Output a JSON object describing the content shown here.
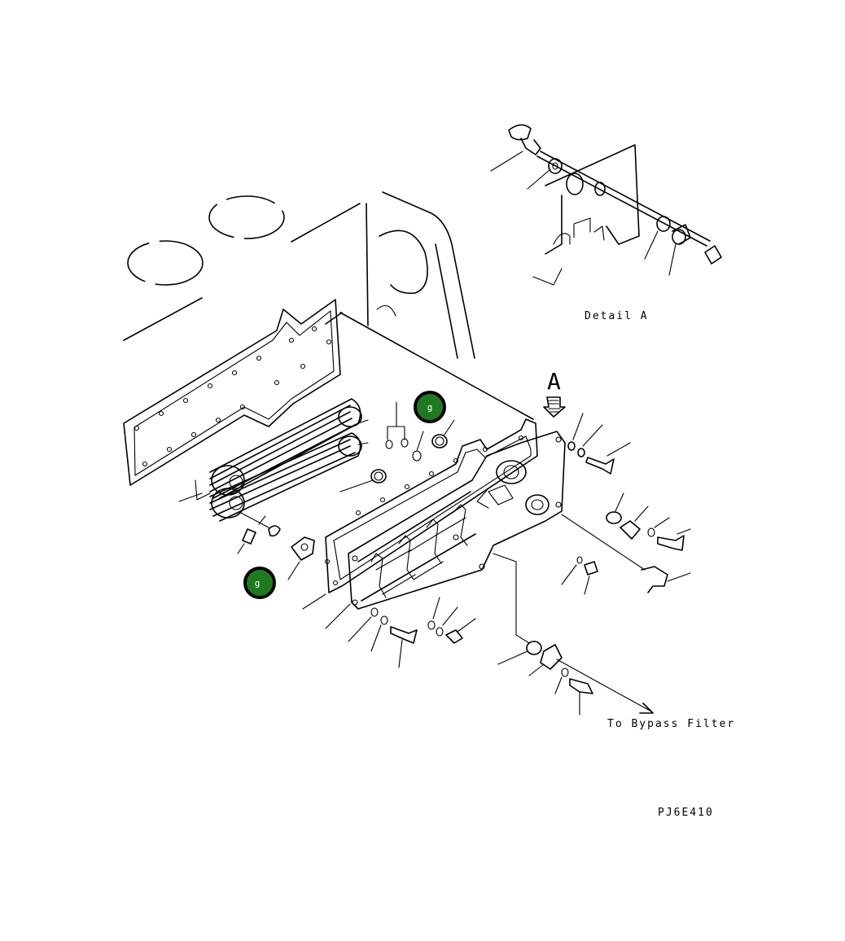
{
  "diagram": {
    "detail_label": "Detail A",
    "view_arrow_label": "A",
    "bypass_label": "To Bypass Filter",
    "drawing_code": "PJ6E410",
    "badge_color": "#1f7a1f",
    "badges": [
      {
        "label": "g"
      },
      {
        "label": "g"
      }
    ]
  }
}
